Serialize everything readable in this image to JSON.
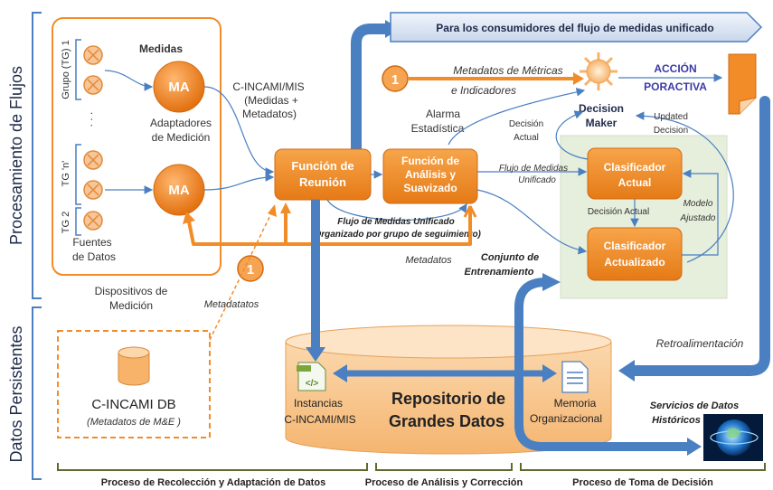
{
  "sections": {
    "processing": "Procesamiento de Flujos",
    "persistent": "Datos Persistentes"
  },
  "devices": {
    "medidas_label": "Medidas",
    "group1": "Grupo (TG) 1",
    "dots": ". . .",
    "tg_n": "TG 'n'",
    "tg2": "TG 2",
    "ma1": "MA",
    "ma2": "MA",
    "adapters": [
      "Adaptadores",
      "de Medición"
    ],
    "sources": [
      "Fuentes",
      "de Datos"
    ],
    "devices_label": [
      "Dispositivos de",
      "Medición"
    ]
  },
  "cincami_mis_label": [
    "C-INCAMI/MIS",
    "(Medidas +",
    "Metadatos)"
  ],
  "funcion_reunion": [
    "Función de",
    "Reunión"
  ],
  "funcion_analisis": [
    "Función de",
    "Análisis y",
    "Suavizado"
  ],
  "top_banner": "Para los consumidores del flujo de medidas unificado",
  "badge_number": "1",
  "metadatos_metricas": [
    "Metadatos de Métricas",
    "e Indicadores"
  ],
  "alarma": [
    "Alarma",
    "Estadística"
  ],
  "decision_maker": [
    "Decision",
    "Maker"
  ],
  "accion": [
    "ACCIÓN",
    "PORACTIVA"
  ],
  "decision_actual_1": [
    "Decisión",
    "Actual"
  ],
  "updated_decision": [
    "Updated",
    "Decision"
  ],
  "flujo_medidas_unificado": [
    "Flujo de Medidas",
    "Unificado"
  ],
  "clasificador_actual": [
    "Clasificador",
    "Actual"
  ],
  "clasificador_actualizado": [
    "Clasificador",
    "Actualizado"
  ],
  "decision_actual_2": "Decisión Actual",
  "modelo_ajustado": [
    "Modelo",
    "Ajustado"
  ],
  "flujo_organizado": [
    "Flujo de Medidas Unificado",
    "(Organizado por grupo de seguimiento)"
  ],
  "metadatos_label": "Metadatos",
  "conjunto": [
    "Conjunto de",
    "Entrenamiento"
  ],
  "metadatatos_label": "Metadatatos",
  "retroalimentacion": "Retroalimentación",
  "cincami_db": "C-INCAMI DB",
  "cincami_db_sub": "(Metadatos de M&E )",
  "instancias": [
    "Instancias",
    "C-INCAMI/MIS"
  ],
  "repositorio": [
    "Repositorio de",
    "Grandes Datos"
  ],
  "memoria": [
    "Memoria",
    "Organizacional"
  ],
  "servicios": [
    "Servicios de Datos",
    "Históricos"
  ],
  "processes": [
    "Proceso de Recolección y Adaptación de Datos",
    "Proceso de Análisis y Corrección",
    "Proceso de Toma de Decisión"
  ],
  "colors": {
    "orange": "#f28c28",
    "orange_dark": "#d96f12",
    "blue": "#4a7fc1",
    "navy": "#1f3b70",
    "olive": "#5f6b2e",
    "green_panel": "#e6eedc"
  }
}
